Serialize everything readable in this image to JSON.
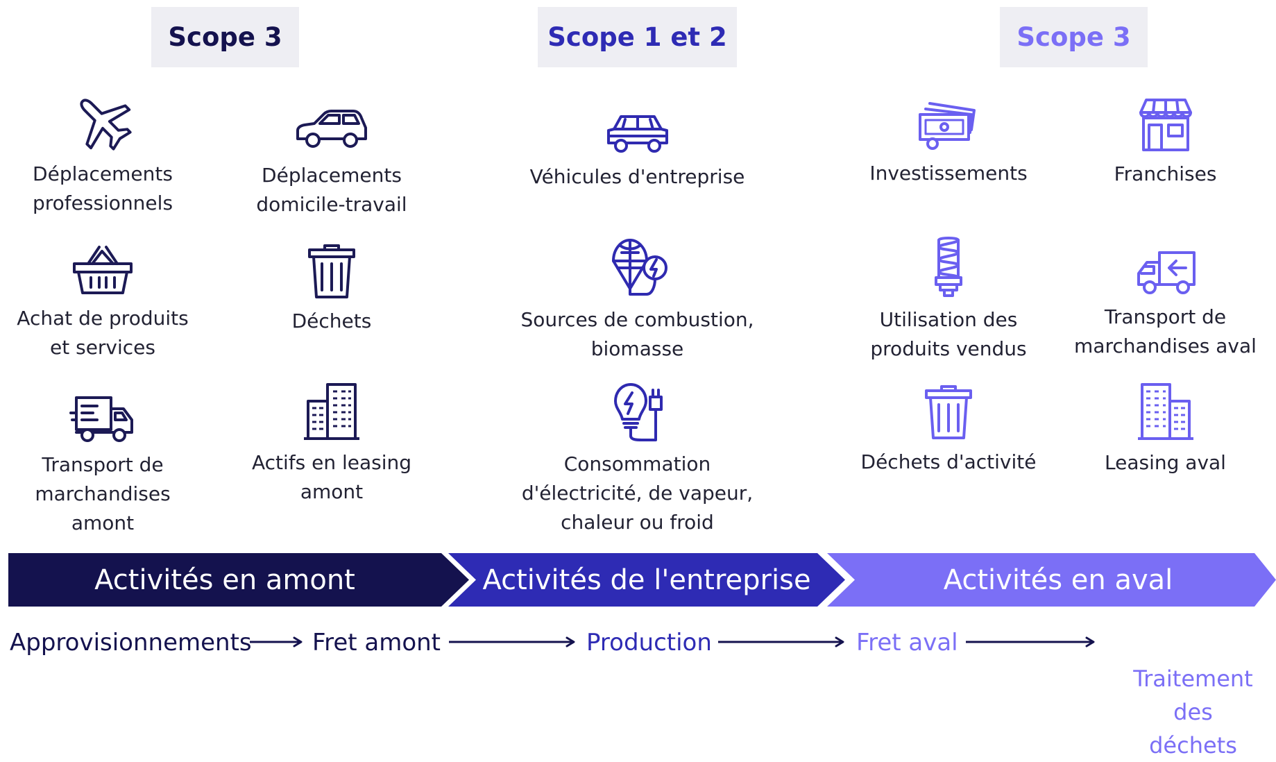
{
  "colors": {
    "dark": "#14124e",
    "mid": "#2e2bb4",
    "light": "#7b6ff6",
    "icon_dark": "#1c1a55",
    "icon_mid": "#2f2ab0",
    "icon_light": "#6a5ff0",
    "scope_bg": "#eeeef3"
  },
  "scopes": [
    {
      "label": "Scope 3"
    },
    {
      "label": "Scope 1 et 2"
    },
    {
      "label": "Scope 3"
    }
  ],
  "upstream": [
    {
      "icon": "airplane-icon",
      "label": "Déplacements\nprofessionnels"
    },
    {
      "icon": "car-icon",
      "label": "Déplacements\ndomicile-travail"
    },
    {
      "icon": "basket-icon",
      "label": "Achat de produits\net services"
    },
    {
      "icon": "trash-icon",
      "label": "Déchets"
    },
    {
      "icon": "delivery-truck-icon",
      "label": "Transport de\nmarchandises\namont"
    },
    {
      "icon": "building-icon",
      "label": "Actifs en leasing\namont"
    }
  ],
  "company": [
    {
      "icon": "company-car-icon",
      "label": "Véhicules d'entreprise"
    },
    {
      "icon": "biomass-energy-icon",
      "label": "Sources de combustion,\nbiomasse"
    },
    {
      "icon": "electric-bulb-plug-icon",
      "label": "Consommation\nd'électricité, de vapeur,\nchaleur ou froid"
    }
  ],
  "downstream": [
    {
      "icon": "money-icon",
      "label": "Investissements"
    },
    {
      "icon": "storefront-icon",
      "label": "Franchises"
    },
    {
      "icon": "light-bulb-icon",
      "label": "Utilisation des\nproduits vendus"
    },
    {
      "icon": "return-truck-icon",
      "label": "Transport de\nmarchandises aval"
    },
    {
      "icon": "trash-icon",
      "label": "Déchets d'activité"
    },
    {
      "icon": "building-icon",
      "label": "Leasing aval"
    }
  ],
  "bands": [
    {
      "label": "Activités en amont"
    },
    {
      "label": "Activités de l'entreprise"
    },
    {
      "label": "Activités en aval"
    }
  ],
  "flow": [
    {
      "label": "Approvisionnements"
    },
    {
      "label": "Fret amont"
    },
    {
      "label": "Production"
    },
    {
      "label": "Fret aval"
    },
    {
      "label": "Traitement des\ndéchets"
    }
  ]
}
